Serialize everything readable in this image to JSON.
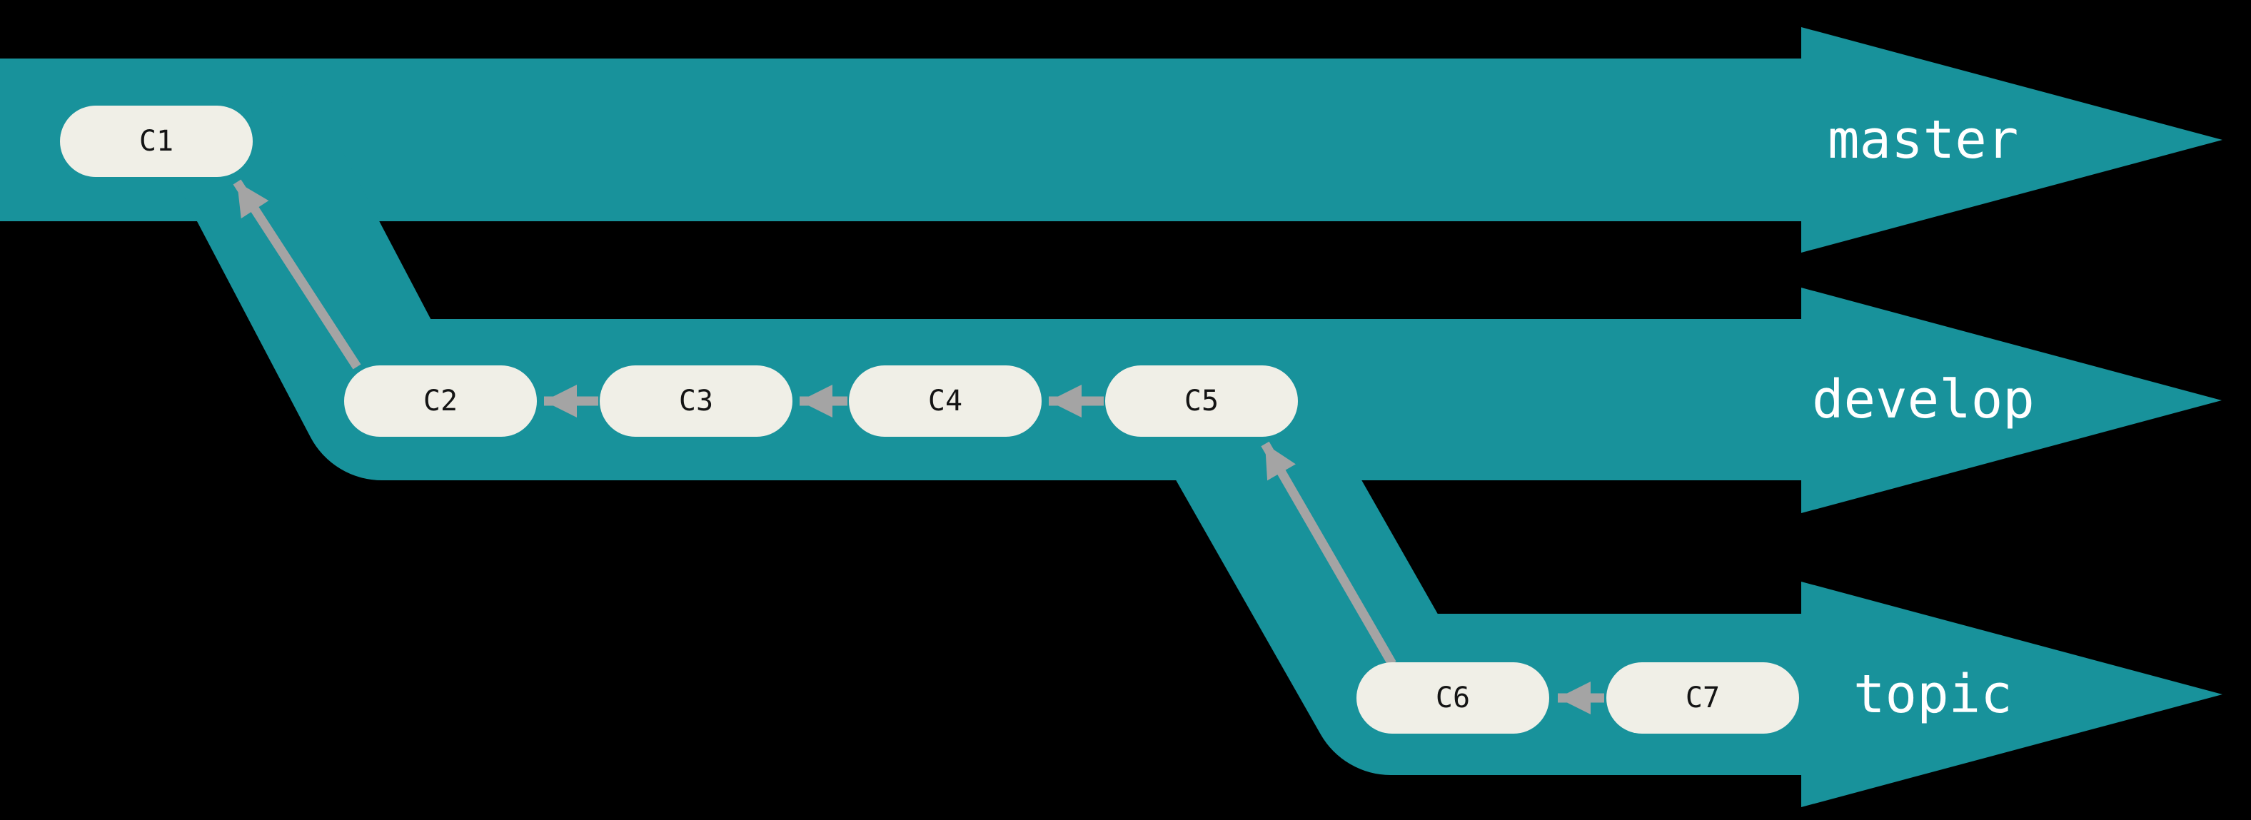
{
  "diagram": {
    "kind": "git-branch-flow-diagram"
  },
  "colors": {
    "background": "#000000",
    "band": "#18929B",
    "node_fill": "#F0EFE7",
    "node_text": "#141414",
    "label_text": "#FFFFFF",
    "edge": "#A4A4A4"
  },
  "branches": [
    {
      "label": "master"
    },
    {
      "label": "develop"
    },
    {
      "label": "topic"
    }
  ],
  "commits": [
    {
      "id": "C1",
      "branch": "master"
    },
    {
      "id": "C2",
      "branch": "develop"
    },
    {
      "id": "C3",
      "branch": "develop"
    },
    {
      "id": "C4",
      "branch": "develop"
    },
    {
      "id": "C5",
      "branch": "develop"
    },
    {
      "id": "C6",
      "branch": "topic"
    },
    {
      "id": "C7",
      "branch": "topic"
    }
  ],
  "edges": [
    {
      "from": "C2",
      "to": "C1"
    },
    {
      "from": "C3",
      "to": "C2"
    },
    {
      "from": "C4",
      "to": "C3"
    },
    {
      "from": "C5",
      "to": "C4"
    },
    {
      "from": "C6",
      "to": "C5"
    },
    {
      "from": "C7",
      "to": "C6"
    }
  ]
}
